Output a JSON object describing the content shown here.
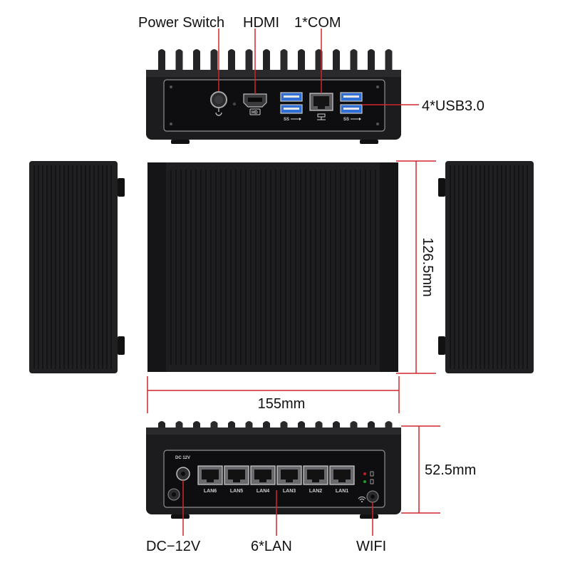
{
  "colors": {
    "leader_line": "#d0262a",
    "chassis": "#1c1c1e",
    "panel": "#0e0e10",
    "panel_border": "#9a9a9a",
    "usb_blue": "#2f6fd6",
    "background": "#ffffff"
  },
  "front_view": {
    "callouts": {
      "power_switch": "Power Switch",
      "hdmi": "HDMI",
      "com": "1*COM",
      "usb": "4*USB3.0"
    },
    "port_marks": {
      "hdmi_logo": "HD",
      "usb_logo_left": "SS",
      "usb_logo_right": "SS"
    },
    "icons": [
      "power-icon",
      "hdmi-icon",
      "network-icon",
      "usb-icon"
    ]
  },
  "dimensions": {
    "height": "126.5mm",
    "width": "155mm",
    "depth": "52.5mm"
  },
  "rear_view": {
    "callouts": {
      "dc": "DC−12V",
      "lan": "6*LAN",
      "wifi": "WIFI"
    },
    "dc_mark": "DC 12V",
    "lan_ports": [
      "LAN6",
      "LAN5",
      "LAN4",
      "LAN3",
      "LAN2",
      "LAN1"
    ],
    "icons": [
      "wifi-icon",
      "led-indicator-icon"
    ]
  }
}
